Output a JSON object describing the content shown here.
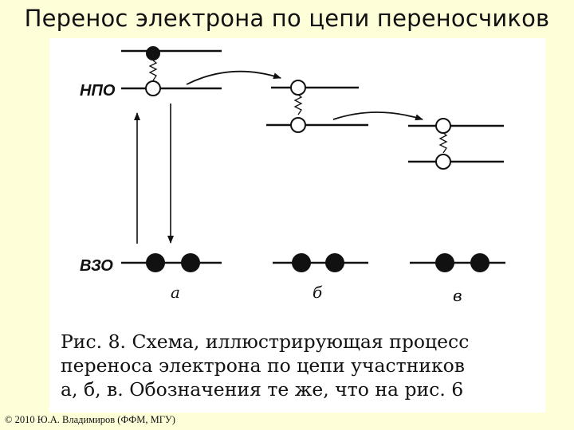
{
  "title": "Перенос электрона по цепи переносчиков",
  "diagram": {
    "level_upper_label": "НПО",
    "level_lower_label": "ВЗО",
    "carrier_labels": [
      "а",
      "б",
      "в"
    ],
    "caption_lines": [
      "Рис. 8. Схема, иллюстрирующая процесс",
      "переноса электрона по цепи участников",
      "а, б, в. Обозначения те же, что на рис. 6"
    ]
  },
  "footer": {
    "copyright": "© 2010 Ю.А. Владимиров (ФФМ, МГУ)"
  },
  "colors": {
    "background": "#fefed8",
    "figure_background": "#ffffff",
    "ink": "#111111"
  }
}
